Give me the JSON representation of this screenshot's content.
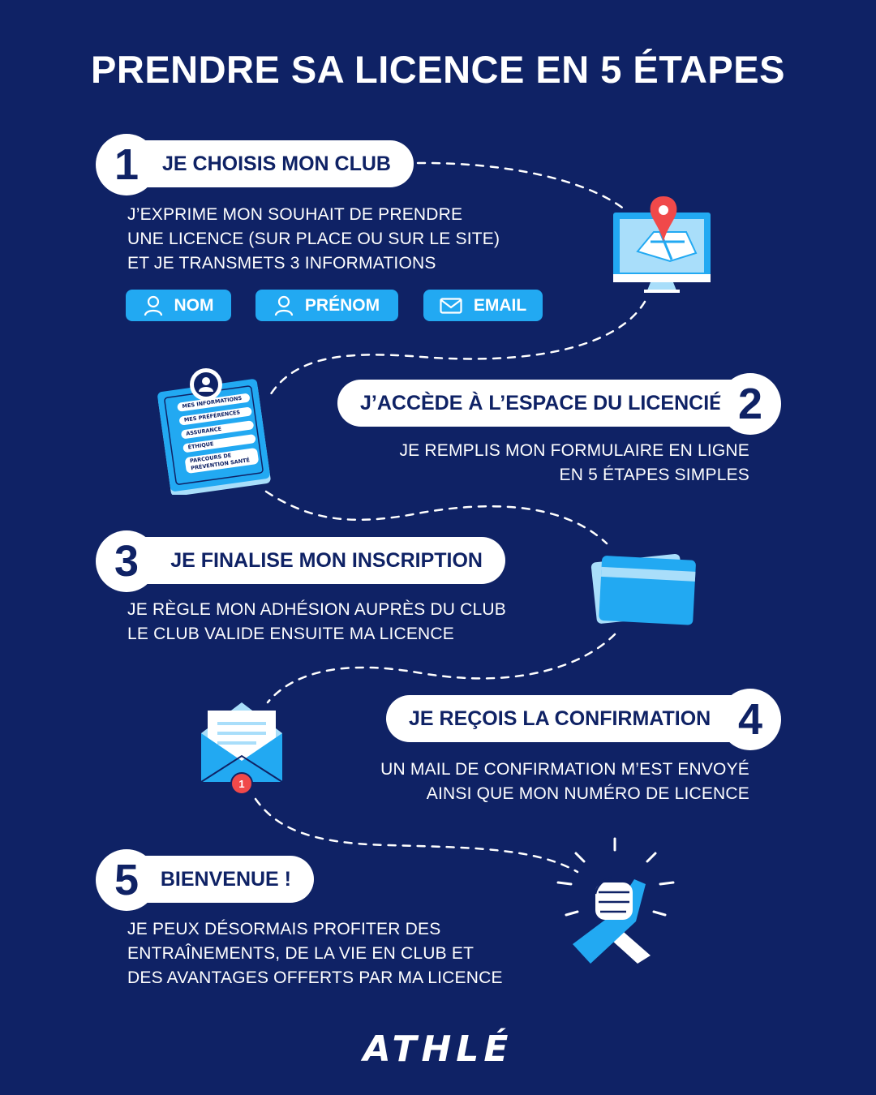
{
  "title": "PRENDRE SA LICENCE EN 5 ÉTAPES",
  "steps": [
    {
      "number": "1",
      "title": "JE CHOISIS MON CLUB",
      "lines": [
        "J’EXPRIME MON SOUHAIT DE PRENDRE",
        "UNE LICENCE (SUR PLACE OU SUR LE SITE)",
        "ET JE TRANSMETS 3 INFORMATIONS"
      ],
      "chips": [
        {
          "label": "NOM",
          "icon": "user-icon"
        },
        {
          "label": "PRÉNOM",
          "icon": "user-icon"
        },
        {
          "label": "EMAIL",
          "icon": "envelope-icon"
        }
      ]
    },
    {
      "number": "2",
      "title": "J’ACCÈDE À L’ESPACE DU LICENCIÉ",
      "lines": [
        "JE REMPLIS MON FORMULAIRE EN LIGNE",
        "EN 5 ÉTAPES SIMPLES"
      ]
    },
    {
      "number": "3",
      "title": "JE FINALISE MON INSCRIPTION",
      "lines": [
        "JE RÈGLE MON ADHÉSION AUPRÈS DU CLUB",
        "LE CLUB VALIDE ENSUITE MA LICENCE"
      ]
    },
    {
      "number": "4",
      "title": "JE REÇOIS LA CONFIRMATION",
      "lines": [
        "UN MAIL DE CONFIRMATION M’EST ENVOYÉ",
        "AINSI QUE MON NUMÉRO DE LICENCE"
      ]
    },
    {
      "number": "5",
      "title": "BIENVENUE !",
      "lines": [
        "JE PEUX DÉSORMAIS PROFITER DES",
        "ENTRAÎNEMENTS, DE LA VIE EN CLUB ET",
        "DES AVANTAGES OFFERTS PAR MA LICENCE"
      ]
    }
  ],
  "form_card": {
    "items": [
      "MES INFORMATIONS",
      "MES PRÉFÉRENCES",
      "ASSURANCE",
      "ÉTHIQUE",
      "PARCOURS DE",
      "PRÉVENTION SANTÉ"
    ]
  },
  "mail_badge": "1",
  "logo": "ATHLÉ",
  "colors": {
    "background": "#0f2265",
    "accent": "#22a9f2",
    "light_blue": "#a9defa",
    "pin_red": "#f0494a",
    "white": "#ffffff"
  },
  "icons": [
    "computer-map-pin-icon",
    "form-clipboard-icon",
    "credit-card-icon",
    "mail-notification-icon",
    "handshake-icon"
  ]
}
